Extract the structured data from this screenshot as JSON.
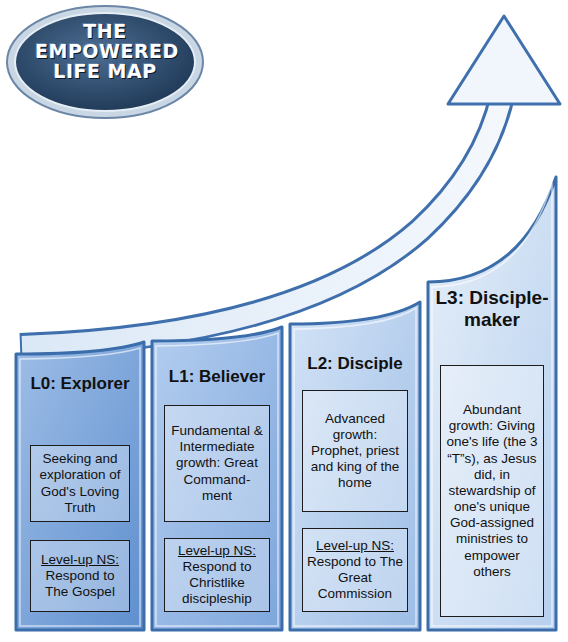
{
  "diagram": {
    "title": "THE EMPOWERED LIFE MAP",
    "nodes": [
      {
        "text": [
          "L0: Explorer"
        ]
      },
      {
        "text": [
          "Seeking and exploration of God's Loving Truth"
        ],
        "in": 0
      },
      {
        "text": [
          "Level-up NS:",
          "Respond to The Gospel"
        ],
        "in": 0
      },
      {
        "text": [
          "L1: Believer"
        ]
      },
      {
        "text": [
          "Fundamental & Intermediate growth: Great Command-ment"
        ],
        "in": 3
      },
      {
        "text": [
          "Level-up NS:",
          "Respond to Christlike discipleship"
        ],
        "in": 3
      },
      {
        "text": [
          "L2: Disciple"
        ]
      },
      {
        "text": [
          "Advanced growth: Prophet, priest and king of the home"
        ],
        "in": 6
      },
      {
        "text": [
          "Level-up NS:",
          "Respond to The Great Commission"
        ],
        "in": 6
      },
      {
        "text": [
          "L3: Disciple-maker"
        ]
      },
      {
        "text": [
          "Abundant growth: Giving one's life (the 3 “T”s), as Jesus did, in stewardship of one's unique God-assigned ministries to empower others"
        ],
        "in": 9
      }
    ]
  }
}
